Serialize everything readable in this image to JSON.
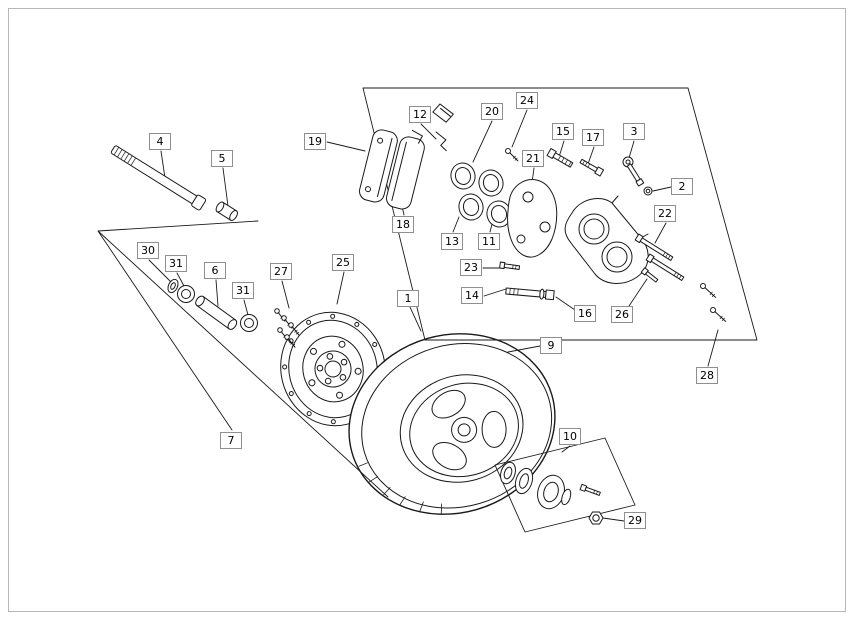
{
  "diagram": {
    "type": "exploded-parts-diagram",
    "description": "Exploded view of a scooter front wheel: axle, bearings, brake disc, brake caliper assembly, wheel and speedometer drive",
    "labels": [
      "1",
      "2",
      "3",
      "4",
      "5",
      "6",
      "7",
      "9",
      "10",
      "11",
      "12",
      "13",
      "14",
      "15",
      "16",
      "17",
      "18",
      "19",
      "20",
      "21",
      "22",
      "23",
      "24",
      "25",
      "26",
      "27",
      "28",
      "29",
      "30",
      "31",
      "31"
    ]
  },
  "colors": {
    "background": "#ffffff",
    "line": "#1a1a1a",
    "frame_border": "#b6b6b6",
    "label_border": "#8f8f8f"
  }
}
